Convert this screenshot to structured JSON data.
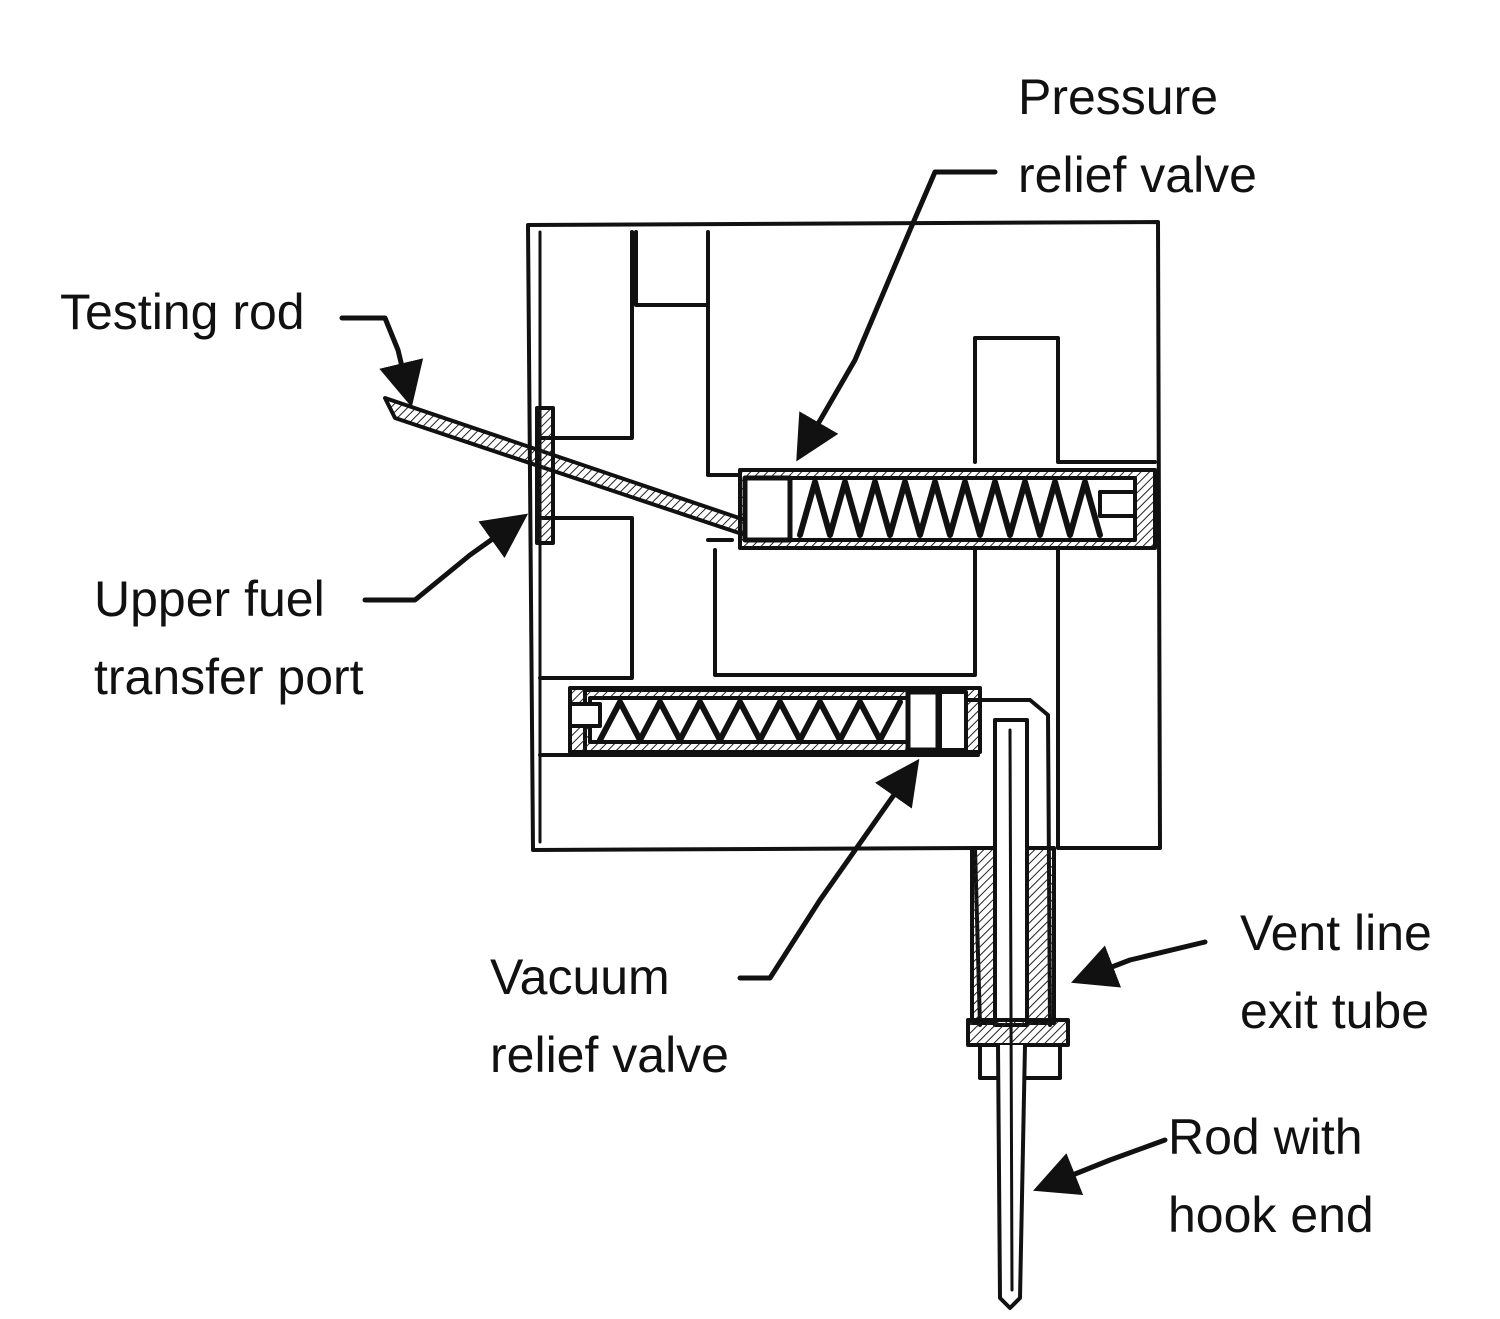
{
  "labels": {
    "pressure_relief_valve": [
      "Pressure",
      "relief valve"
    ],
    "testing_rod": [
      "Testing rod"
    ],
    "upper_fuel_transfer_port": [
      "Upper fuel",
      "transfer port"
    ],
    "vacuum_relief_valve": [
      "Vacuum",
      "relief valve"
    ],
    "vent_line_exit_tube": [
      "Vent line",
      "exit tube"
    ],
    "rod_with_hook_end": [
      "Rod with",
      "hook end"
    ]
  },
  "colors": {
    "ink": "#111111",
    "paper": "#ffffff"
  }
}
